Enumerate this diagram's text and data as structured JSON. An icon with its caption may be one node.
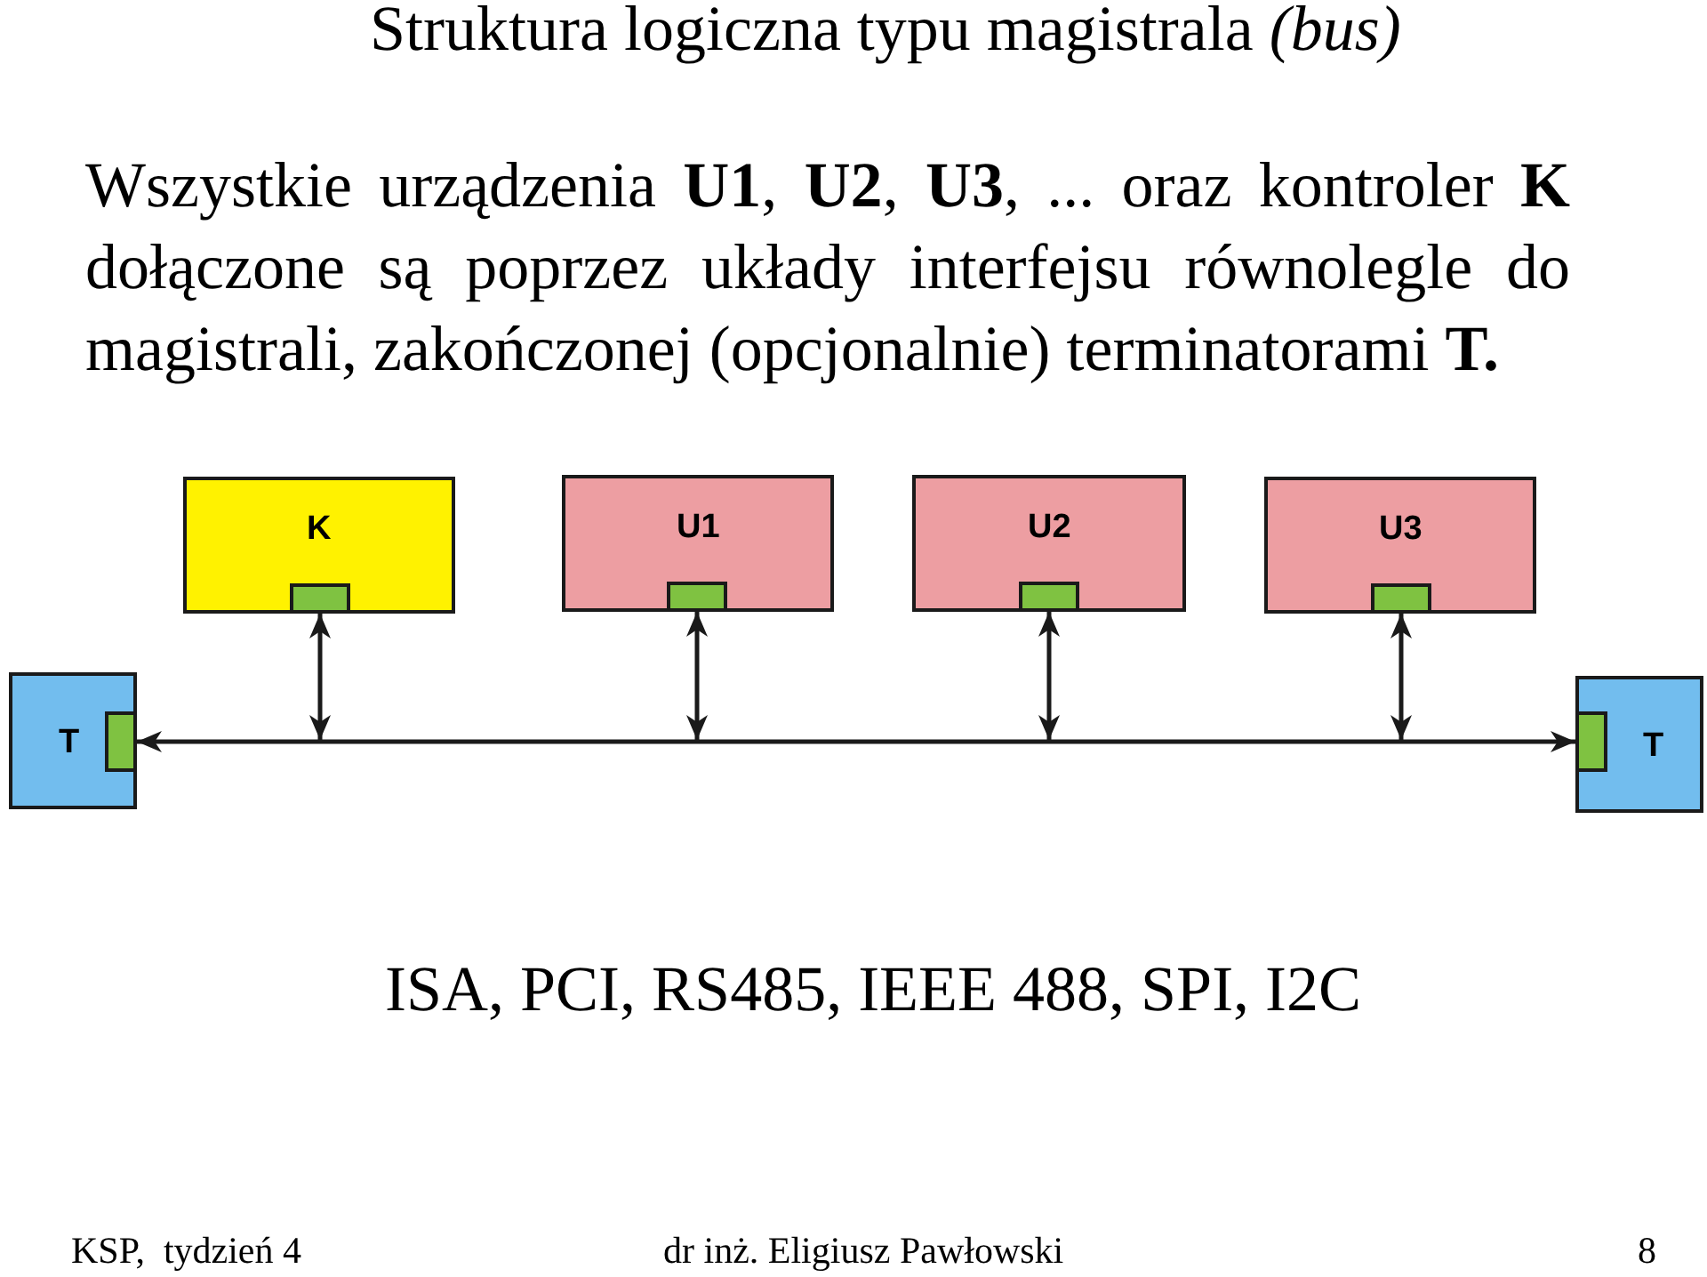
{
  "diagram": {
    "title": "Struktura logiczna typu magistrala *(bus)*",
    "nodes": [
      {
        "text": [
          "K"
        ]
      },
      {
        "text": [],
        "shape": "box",
        "in": 0
      },
      {
        "text": [
          "U1"
        ]
      },
      {
        "text": [],
        "shape": "box",
        "in": 2
      },
      {
        "text": [
          "U2"
        ]
      },
      {
        "text": [],
        "shape": "box",
        "in": 4
      },
      {
        "text": [
          "U3"
        ]
      },
      {
        "text": [],
        "shape": "box",
        "in": 6
      },
      {
        "text": [
          "T"
        ]
      },
      {
        "text": [],
        "shape": "box",
        "in": 8
      },
      {
        "text": [
          "T"
        ]
      },
      {
        "text": [],
        "shape": "box",
        "in": 10
      }
    ],
    "edges": [
      {
        "from": 1,
        "to": null,
        "arrow": "both"
      },
      {
        "from": 3,
        "to": null,
        "arrow": "both"
      },
      {
        "from": 5,
        "to": null,
        "arrow": "both"
      },
      {
        "from": 7,
        "to": null,
        "arrow": "both"
      },
      {
        "from": 9,
        "to": 11,
        "arrow": "both"
      }
    ],
    "labels": [
      "Wszystkie urządzenia **U1**, **U2**, **U3**, ... oraz kontroler **K** dołączone są poprzez układy interfejsu równolegle do magistrali, zakończonej (opcjonalnie) terminatorami **T.**",
      "ISA, PCI, RS485, IEEE 488, SPI, I2C",
      "KSP,  tydzień 4",
      "dr inż. Eligiusz Pawłowski",
      "8"
    ]
  }
}
